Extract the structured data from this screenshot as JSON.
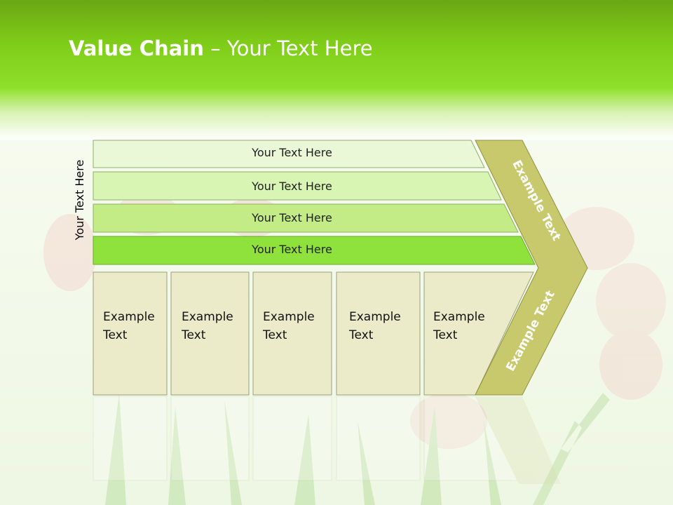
{
  "slide": {
    "title_bold": "Value Chain",
    "title_rest": " – Your Text Here",
    "side_label": "Your Text Here"
  },
  "bars": [
    {
      "label": "Your Text Here",
      "color": "#eaf8d8"
    },
    {
      "label": "Your Text Here",
      "color": "#d8f5b4"
    },
    {
      "label": "Your Text Here",
      "color": "#c3ec86"
    },
    {
      "label": "Your Text Here",
      "color": "#8ee23b"
    }
  ],
  "cards": [
    {
      "label": "Example\nText"
    },
    {
      "label": "Example\nText"
    },
    {
      "label": "Example\nText"
    },
    {
      "label": "Example\nText"
    },
    {
      "label": "Example\nText"
    }
  ],
  "chevron": {
    "upper_label": "Example Text",
    "lower_label": "Example Text",
    "color": "#c7c96c"
  },
  "colors": {
    "header_green": "#7fcc18",
    "card_fill": "#ebebc9",
    "card_border": "#9aa07a"
  }
}
